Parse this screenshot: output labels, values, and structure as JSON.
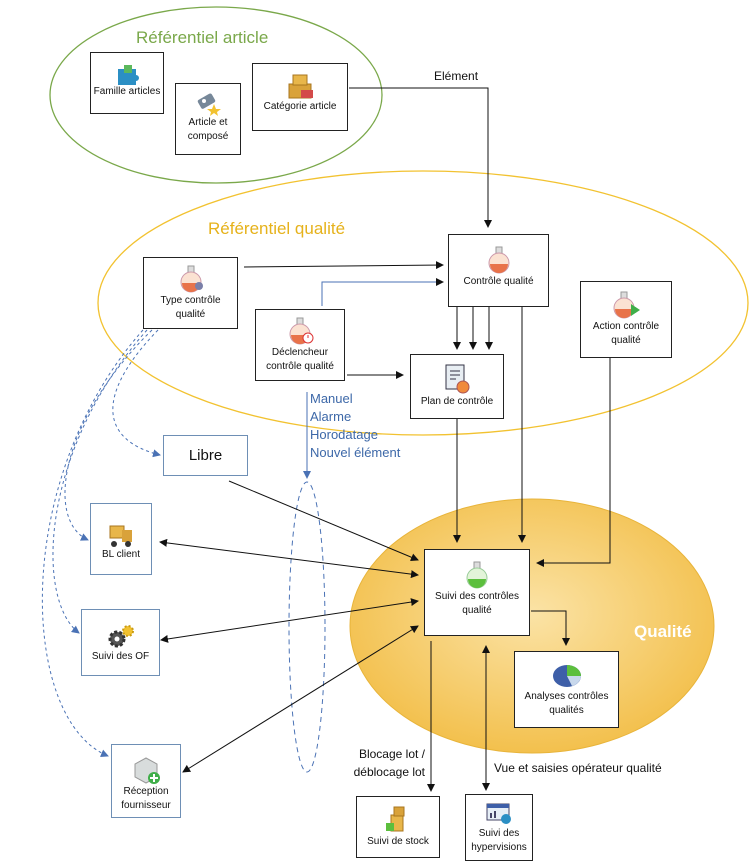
{
  "zones": {
    "referentiel_article": "Référentiel  article",
    "referentiel_qualite": "Référentiel  qualité",
    "qualite": "Qualité"
  },
  "nodes": {
    "famille_articles": "Famille articles",
    "article_compose": "Article et composé",
    "categorie_article": "Catégorie article",
    "type_controle": "Type contrôle qualité",
    "declencheur": "Déclencheur contrôle qualité",
    "controle_qualite": "Contrôle qualité",
    "plan_controle": "Plan de contrôle",
    "action_controle": "Action contrôle qualité",
    "libre": "Libre",
    "bl_client": "BL client",
    "suivi_of": "Suivi des OF",
    "reception": "Réception fournisseur",
    "suivi_controles": "Suivi des contrôles qualité",
    "analyses": "Analyses contrôles qualités",
    "suivi_stock": "Suivi de stock",
    "suivi_hypervisions": "Suivi des hypervisions"
  },
  "labels": {
    "element": "Elément",
    "triggers": [
      "Manuel",
      "Alarme",
      "Horodatage",
      "Nouvel élément"
    ],
    "blocage": "Blocage lot /",
    "deblocage": "déblocage lot",
    "vue_saisies": "Vue et saisies opérateur qualité"
  },
  "colors": {
    "green_zone": "#7aa84a",
    "yellow_zone": "#f2c230",
    "qualite_fill": "#f5c65b",
    "dashed_blue": "#4a72b5"
  },
  "icons": {
    "famille_articles": "puzzle-icon",
    "article_compose": "tag-icon",
    "categorie_article": "boxes-icon",
    "flask": "flask-icon",
    "plan_controle": "clipboard-icon",
    "bl_client": "forklift-icon",
    "suivi_of": "gears-icon",
    "reception": "package-icon",
    "analyses": "pie-icon",
    "suivi_stock": "stock-icon",
    "suivi_hypervisions": "dashboard-icon"
  }
}
